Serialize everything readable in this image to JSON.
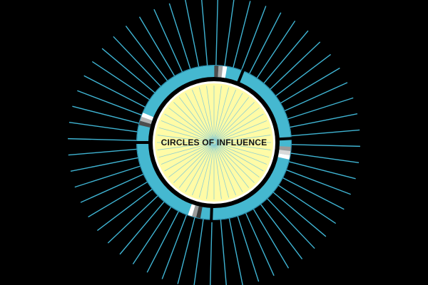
{
  "title": "CIRCLES OF INFLUENCE",
  "colors": {
    "background": "#000000",
    "outer_rays": "#3fb4d3",
    "ring": "#45b8d0",
    "ring_gap": "#000000",
    "core": "#fffba6",
    "core_inner_rays": "#7ec8d6",
    "core_rim": "#ffffff",
    "title_text": "#111111"
  },
  "ring_markers": [
    {
      "angle_deg": -85,
      "shades": [
        "#4d4d4d",
        "#a6a6a6",
        "#ffffff"
      ]
    },
    {
      "angle_deg": 8,
      "shades": [
        "#9a9a9a",
        "#d9d9d9",
        "#ffffff"
      ]
    },
    {
      "angle_deg": 105,
      "shades": [
        "#3a3a3a",
        "#9a9a9a",
        "#ffffff"
      ]
    },
    {
      "angle_deg": 198,
      "shades": [
        "#4d4d4d",
        "#b3b3b3",
        "#ffffff"
      ]
    }
  ],
  "ring_gaps": [
    {
      "angle_deg": -68
    },
    {
      "angle_deg": -3
    },
    {
      "angle_deg": 92
    },
    {
      "angle_deg": 180
    }
  ],
  "outer_ray_count": 56,
  "inner_ray_count": 48
}
